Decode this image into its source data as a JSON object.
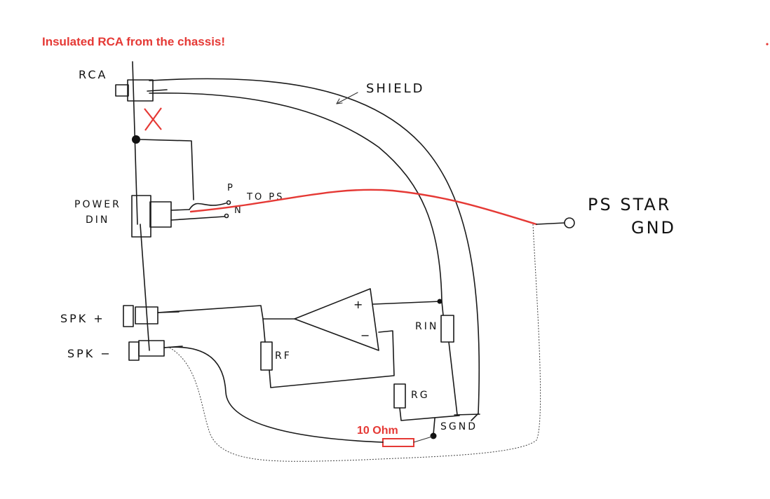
{
  "notes": {
    "warning": "Insulated RCA from the chassis!",
    "resistor_value": "10 Ohm"
  },
  "labels": {
    "rca": "RCA",
    "shield": "SHIELD",
    "power": "POWER",
    "din": "DIN",
    "p": "P",
    "n": "N",
    "to_ps": "TO PS",
    "ps_star": "PS STAR",
    "gnd": "GND",
    "spk_plus": "SPK +",
    "spk_minus": "SPK −",
    "plus": "+",
    "minus": "−",
    "rin": "RIN",
    "rf": "RF",
    "rg": "RG",
    "sgnd": "SGND"
  },
  "colors": {
    "annotation": "#e53935",
    "ink": "#1a1a1a"
  }
}
